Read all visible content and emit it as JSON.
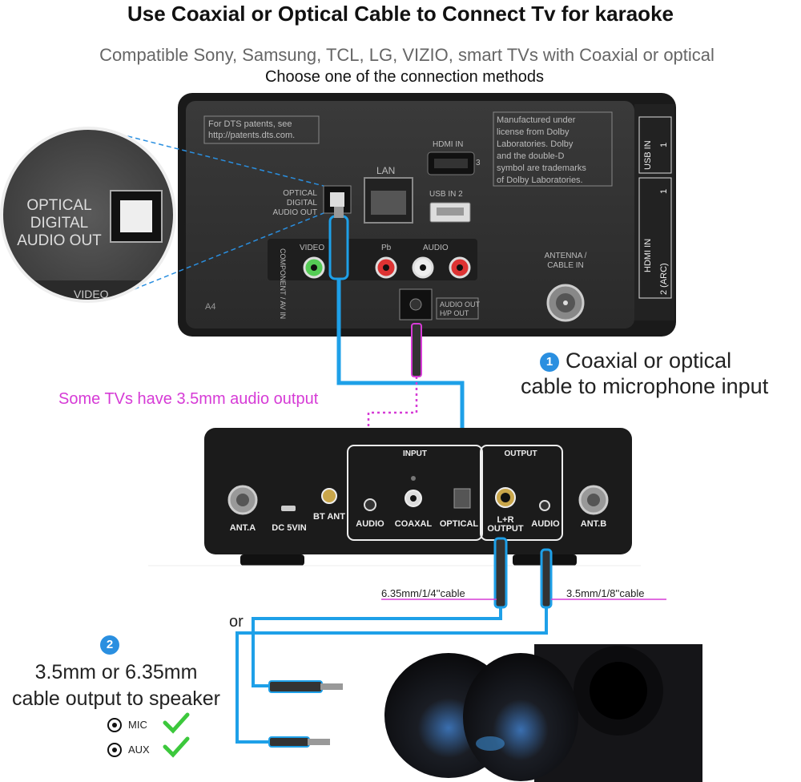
{
  "header": {
    "title": "Use Coaxial or Optical Cable to Connect Tv for karaoke",
    "subtitle": "Compatible Sony, Samsung, TCL, LG, VIZIO, smart TVs with Coaxial or optical",
    "instruction": "Choose one of the connection methods"
  },
  "tv_panel": {
    "patent_note": [
      "For DTS patents, see",
      "http://patents.dts.com."
    ],
    "dolby_note": [
      "Manufactured under",
      "license from Dolby",
      "Laboratories. Dolby",
      "and the double-D",
      "symbol are trademarks",
      "of Dolby Laboratories."
    ],
    "lan_label": "LAN",
    "hdmi_in_label": "HDMI IN",
    "hdmi_in_number": "3",
    "usb_in2_label": "USB IN 2",
    "optical_label": [
      "OPTICAL",
      "DIGITAL",
      "AUDIO OUT"
    ],
    "video_label": "VIDEO",
    "component_label": "COMPONENT / AV IN",
    "pb_label": "Pb",
    "audio_label": "AUDIO",
    "audio_out_label": [
      "AUDIO OUT",
      "H/P OUT"
    ],
    "antenna_label": [
      "ANTENNA /",
      "CABLE IN"
    ],
    "side_usb_label": "USB IN",
    "side_usb_number": "1",
    "side_hdmi_label": "HDMI IN",
    "side_hdmi_number": "1",
    "side_hdmi_arc": "2 (ARC)",
    "panel_code": "A4"
  },
  "zoom_inset": {
    "label": [
      "OPTICAL",
      "DIGITAL",
      "AUDIO OUT"
    ],
    "bottom_label": "VIDEO"
  },
  "steps": {
    "step1_number": "1",
    "step1_line1": "Coaxial or optical",
    "step1_line2": "cable to microphone input",
    "step2_number": "2",
    "step2_line1": "3.5mm or 6.35mm",
    "step2_line2": "cable output to speaker"
  },
  "notes": {
    "tv_35mm": "Some TVs have 3.5mm audio output",
    "or": "or",
    "cable_635": "6.35mm/1/4''cable",
    "cable_35": "3.5mm/1/8''cable"
  },
  "device": {
    "ant_a": "ANT.A",
    "dc": "DC 5VIN",
    "bt_ant": "BT ANT",
    "input_header": "INPUT",
    "output_header": "OUTPUT",
    "audio_in": "AUDIO",
    "coaxal": "COAXAL",
    "optical": "OPTICAL",
    "lr_output": [
      "L+R",
      "OUTPUT"
    ],
    "audio_out": "AUDIO",
    "ant_b": "ANT.B"
  },
  "speaker_inputs": {
    "mic": "MIC",
    "aux": "AUX"
  },
  "colors": {
    "cable_blue": "#1ea0e8",
    "pink": "#d63bd6",
    "badge_blue": "#2a8fe0",
    "check_green": "#3cc83c"
  }
}
